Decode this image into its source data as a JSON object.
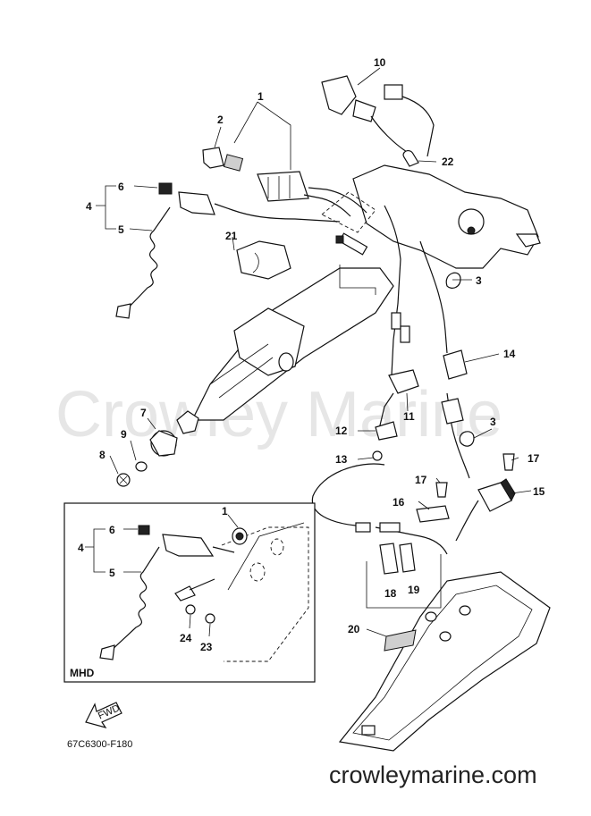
{
  "watermark_text": "Crowley Marine",
  "footer_site": "crowleymarine.com",
  "drawing_code": "67C6300-F180",
  "inset_label": "MHD",
  "fwd_label": "FWD",
  "callouts": {
    "p1": "1",
    "p2": "2",
    "p3a": "3",
    "p3b": "3",
    "p4": "4",
    "p5": "5",
    "p6": "6",
    "p7": "7",
    "p8": "8",
    "p9": "9",
    "p10": "10",
    "p11": "11",
    "p12": "12",
    "p13": "13",
    "p14": "14",
    "p15": "15",
    "p16": "16",
    "p17a": "17",
    "p17b": "17",
    "p18": "18",
    "p19": "19",
    "p20": "20",
    "p21": "21",
    "p22": "22",
    "i1": "1",
    "i4": "4",
    "i5": "5",
    "i6": "6",
    "i23": "23",
    "i24": "24"
  }
}
